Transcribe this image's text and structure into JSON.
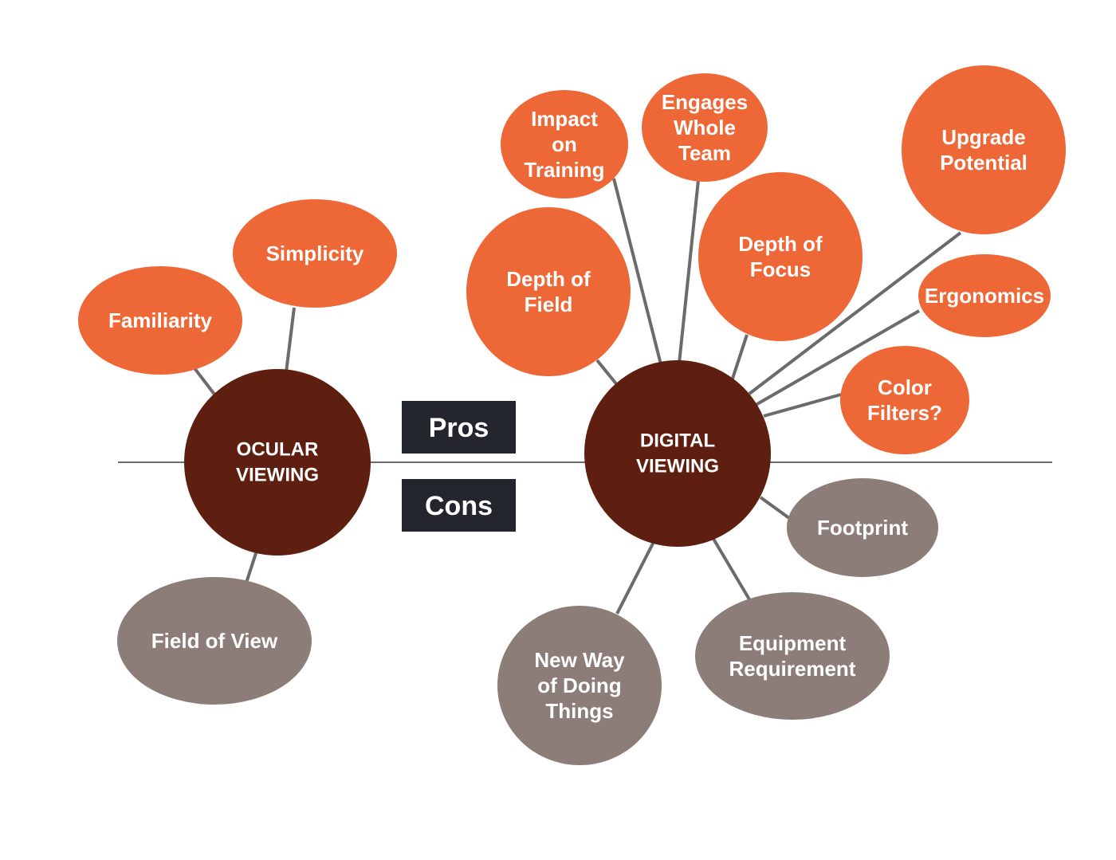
{
  "colors": {
    "pro": "#ee6737",
    "con": "#8d7d78",
    "center": "#5f1f10",
    "line": "#6b6b6b",
    "label_bg": "#23262d"
  },
  "labels": {
    "pros": "Pros",
    "cons": "Cons"
  },
  "centers": {
    "ocular": [
      "OCULAR",
      "VIEWING"
    ],
    "digital": [
      "DIGITAL",
      "VIEWING"
    ]
  },
  "ocular_pros": [
    [
      "Familiarity"
    ],
    [
      "Simplicity"
    ]
  ],
  "ocular_cons": [
    [
      "Field of View"
    ]
  ],
  "digital_pros": [
    [
      "Depth of",
      "Field"
    ],
    [
      "Impact",
      "on",
      "Training"
    ],
    [
      "Engages",
      "Whole",
      "Team"
    ],
    [
      "Depth of",
      "Focus"
    ],
    [
      "Upgrade",
      "Potential"
    ],
    [
      "Ergonomics"
    ],
    [
      "Color",
      "Filters?"
    ]
  ],
  "digital_cons": [
    [
      "Footprint"
    ],
    [
      "Equipment",
      "Requirement"
    ],
    [
      "New Way",
      "of Doing",
      "Things"
    ]
  ]
}
